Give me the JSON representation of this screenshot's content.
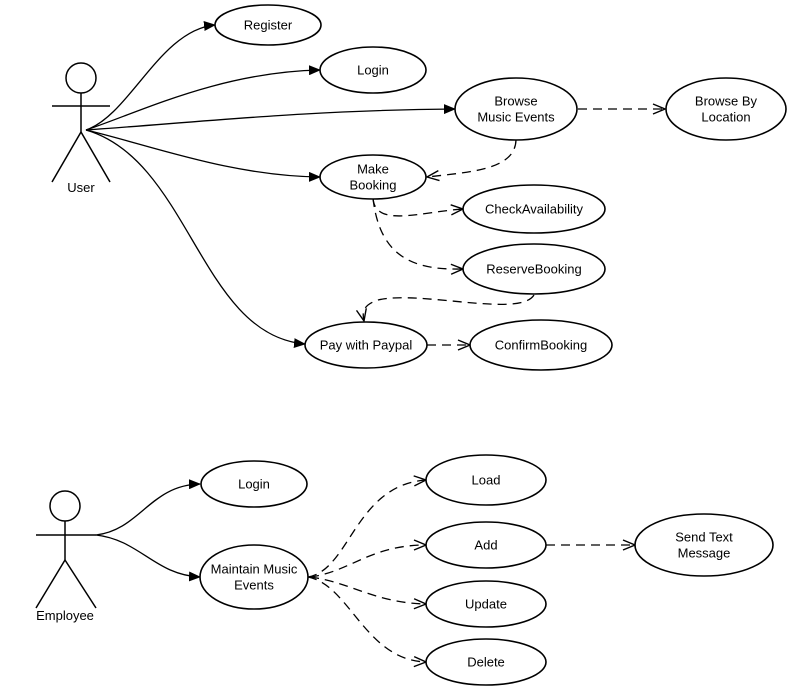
{
  "actors": {
    "user": "User",
    "employee": "Employee"
  },
  "use_cases": {
    "register": [
      "Register"
    ],
    "login_user": [
      "Login"
    ],
    "browse": [
      "Browse",
      "Music Events"
    ],
    "browse_location": [
      "Browse By",
      "Location"
    ],
    "make_booking": [
      "Make",
      "Booking"
    ],
    "check_availability": [
      "CheckAvailability"
    ],
    "reserve_booking": [
      "ReserveBooking"
    ],
    "pay_paypal": [
      "Pay with Paypal"
    ],
    "confirm_booking": [
      "ConfirmBooking"
    ],
    "login_employee": [
      "Login"
    ],
    "maintain": [
      "Maintain Music",
      "Events"
    ],
    "load": [
      "Load"
    ],
    "add": [
      "Add"
    ],
    "update": [
      "Update"
    ],
    "delete": [
      "Delete"
    ],
    "send_text": [
      "Send Text",
      "Message"
    ]
  }
}
